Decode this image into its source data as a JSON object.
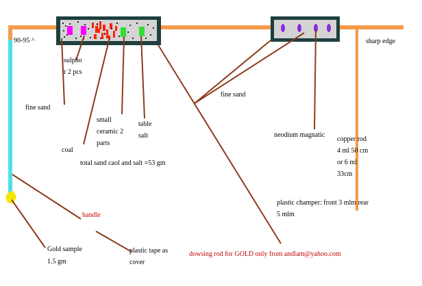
{
  "labels": {
    "angle": "90-95 ^",
    "sharp_edge": "sharp edge",
    "sulpho": "sulpho",
    "sulpho_qty": "r 2 pcs",
    "fine_sand_left": "fine sand",
    "fine_sand_right": "fine sand",
    "small": "small",
    "ceramic": "ceramic 2",
    "parts": "parts",
    "table": "table",
    "salt": "salt",
    "coal": "coal",
    "total": "total sand caol and salt =53 gm",
    "neodium": "neodium magnatic",
    "copper_1": "copper rod",
    "copper_2": "4 ml 50 cm",
    "copper_3": "or 6 ml",
    "copper_4": "33cm",
    "plastic_1": "plastic champer: front 3 mlm rear",
    "plastic_2": "5 mlm",
    "handle": "handle",
    "gold_1": "Gold sample",
    "gold_2": "1.5 gm",
    "tape_1": "plastic tape as",
    "tape_2": "cover",
    "credit": "dowsing rod for GOLD only from andlam@yahoo.com"
  },
  "colors": {
    "rod": "#f59a4a",
    "handle_rod": "#4fe0e6",
    "gold": "#f5e600",
    "leader": "#8b3a1a",
    "chamber_border": "#1f3f3f",
    "chamber_fill": "#d4d4d4",
    "magnet": "#8a2be2",
    "sulpho": "#ff00ff",
    "salt": "#33dd33",
    "coal": "#ff2200",
    "credit_text": "#c00000"
  }
}
